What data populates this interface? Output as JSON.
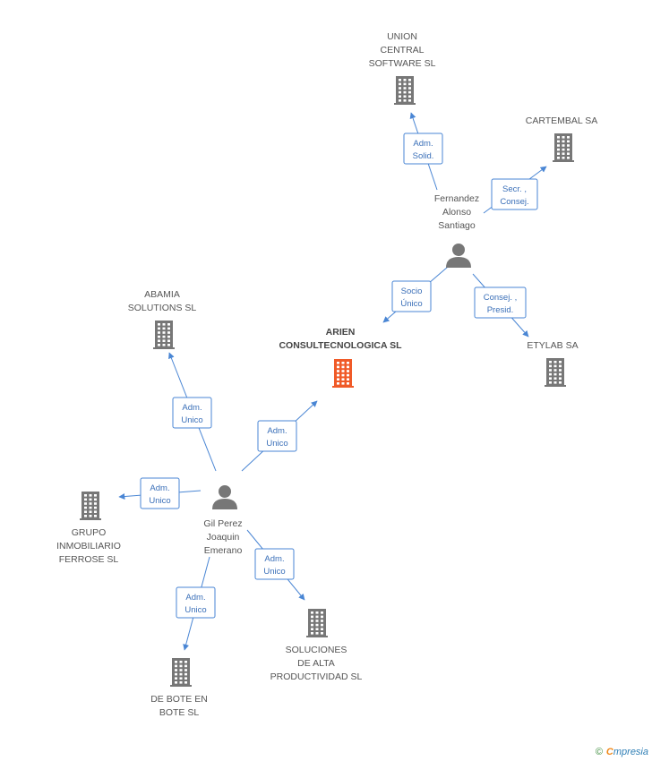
{
  "colors": {
    "company": "#777777",
    "focus_company": "#f05a28",
    "person": "#777777",
    "edge": "#4a86d4",
    "rel_text": "#3a6fb8"
  },
  "nodes": {
    "union": {
      "lines": [
        "UNION",
        "CENTRAL",
        "SOFTWARE SL"
      ],
      "icon": "building-icon"
    },
    "cartembal": {
      "lines": [
        "CARTEMBAL SA"
      ],
      "icon": "building-icon"
    },
    "fernandez": {
      "lines": [
        "Fernandez",
        "Alonso",
        "Santiago"
      ],
      "icon": "person-icon"
    },
    "arien": {
      "lines": [
        "ARIEN",
        "CONSULTECNOLOGICA SL"
      ],
      "icon": "building-icon"
    },
    "etylab": {
      "lines": [
        "ETYLAB SA"
      ],
      "icon": "building-icon"
    },
    "abamia": {
      "lines": [
        "ABAMIA",
        "SOLUTIONS SL"
      ],
      "icon": "building-icon"
    },
    "gil": {
      "lines": [
        "Gil Perez",
        "Joaquin",
        "Emerano"
      ],
      "icon": "person-icon"
    },
    "grupo": {
      "lines": [
        "GRUPO",
        "INMOBILIARIO",
        "FERROSE SL"
      ],
      "icon": "building-icon"
    },
    "soluciones": {
      "lines": [
        "SOLUCIONES",
        "DE ALTA",
        "PRODUCTIVIDAD SL"
      ],
      "icon": "building-icon"
    },
    "debote": {
      "lines": [
        "DE BOTE EN",
        "BOTE  SL"
      ],
      "icon": "building-icon"
    }
  },
  "relations": {
    "fernandez_union": [
      "Adm.",
      "Solid."
    ],
    "fernandez_cartembal": [
      "Secr. ,",
      "Consej."
    ],
    "fernandez_arien": [
      "Socio",
      "Único"
    ],
    "fernandez_etylab": [
      "Consej. ,",
      "Presid."
    ],
    "gil_abamia": [
      "Adm.",
      "Unico"
    ],
    "gil_arien": [
      "Adm.",
      "Unico"
    ],
    "gil_grupo": [
      "Adm.",
      "Unico"
    ],
    "gil_soluciones": [
      "Adm.",
      "Unico"
    ],
    "gil_debote": [
      "Adm.",
      "Unico"
    ]
  },
  "brand": {
    "copyright": "©",
    "initial": "C",
    "rest": "mpresia"
  }
}
